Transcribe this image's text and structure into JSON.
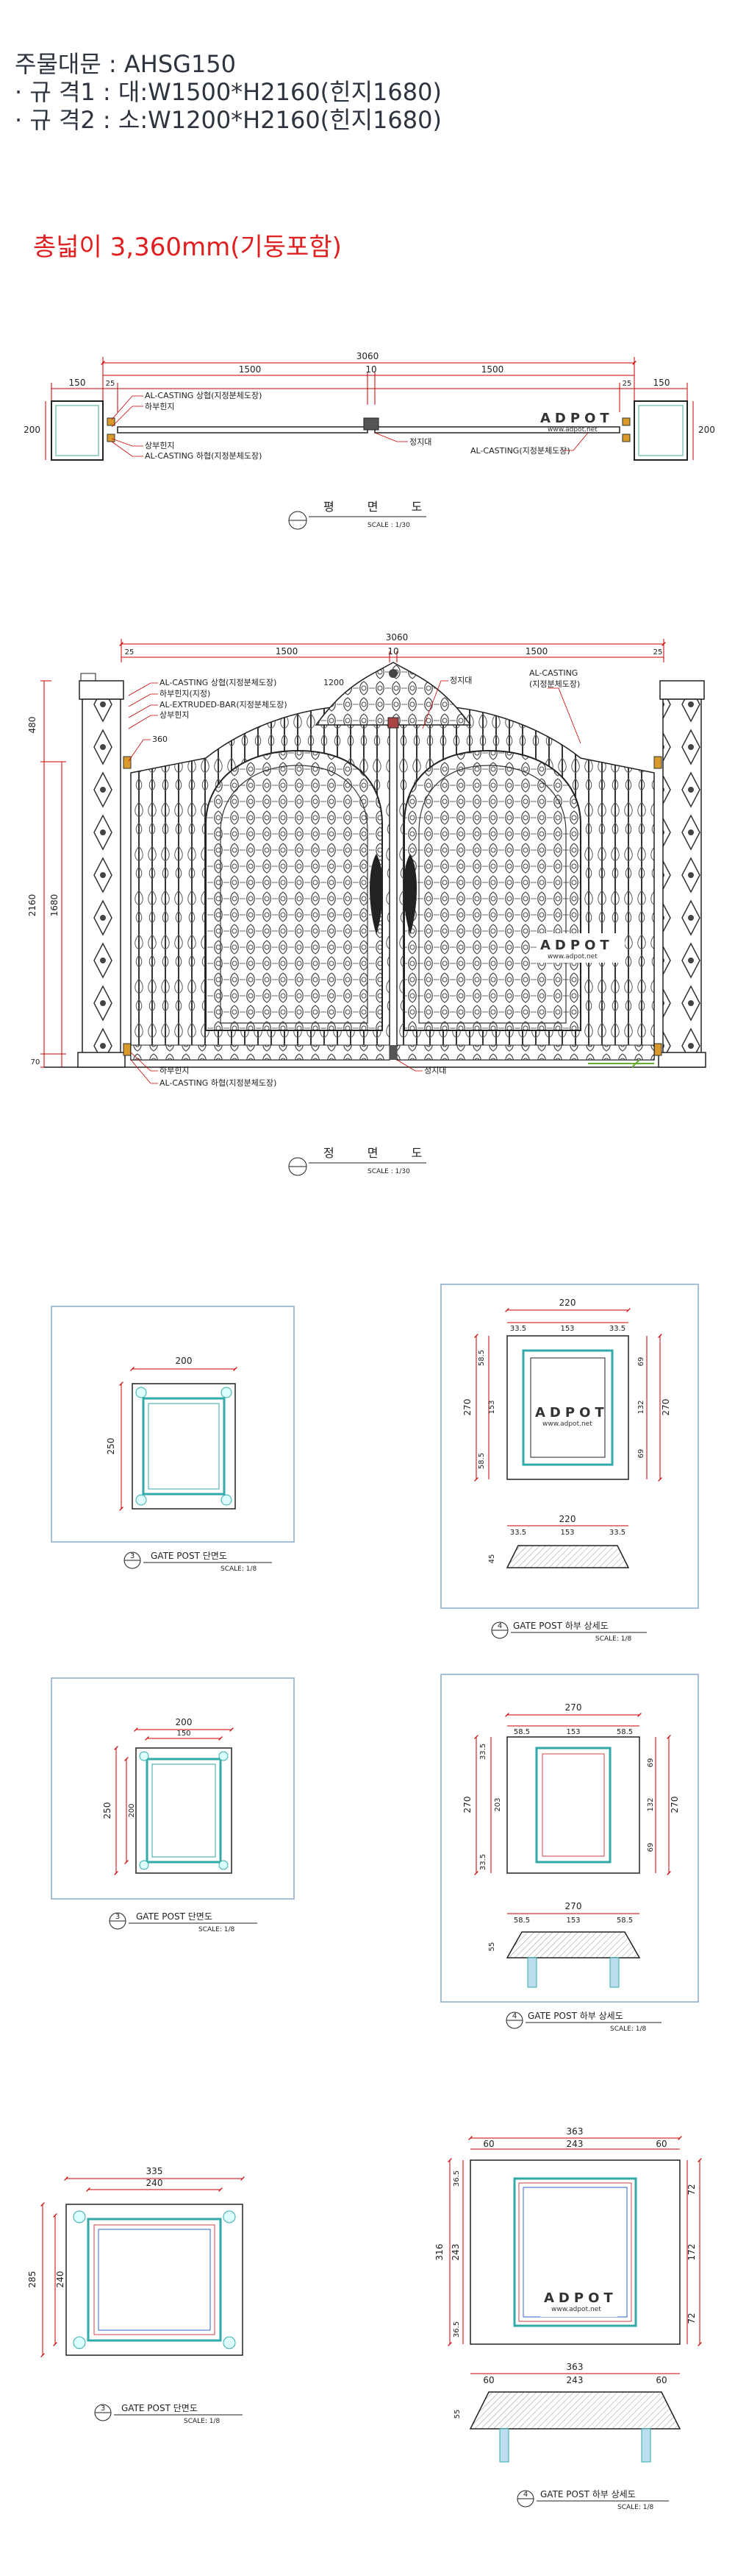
{
  "header": {
    "model": "주물대문 : AHSG150",
    "spec1": "· 규 격1 : 대:W1500*H2160(힌지1680)",
    "spec2": "· 규 격2 : 소:W1200*H2160(힌지1680)"
  },
  "total_width_note": "총넓이 3,360mm(기둥포함)",
  "brand": {
    "name": "ADPOT",
    "url": "www.adpot.net"
  },
  "plan": {
    "title": "평 면 도",
    "scale": "SCALE : 1/30",
    "dims": {
      "total": "3060",
      "left": "1500",
      "center": "10",
      "right": "1500",
      "post_l": "150",
      "post_r": "150",
      "gap_l": "25",
      "gap_r": "25",
      "h_l": "200",
      "h_r": "200"
    },
    "labels": {
      "upper": "AL-CASTING 상협(지정분체도장)",
      "hinge": "하부힌지",
      "upper_hinge": "상부힌지",
      "lower": "AL-CASTING 하협(지정분체도장)",
      "stopper": "정지대",
      "right": "AL-CASTING(지정분체도장)"
    }
  },
  "elevation": {
    "title": "정 면 도",
    "scale": "SCALE : 1/30",
    "dims": {
      "total": "3060",
      "left": "1500",
      "center": "10",
      "right": "1500",
      "gap_l": "25",
      "gap_r": "25",
      "h1": "480",
      "h2": "2160",
      "h3": "1680",
      "h4": "70",
      "w1200": "1200",
      "h360": "360"
    },
    "labels": {
      "upper": "AL-CASTING 상협(지정분체도장)",
      "hinge": "하부힌지(지정)",
      "extruded": "AL-EXTRUDED-BAR(지정분체도장)",
      "upper_hinge": "상부힌지",
      "stopper": "정지대",
      "right": "AL-CASTING",
      "right2": "(지정분체도장)",
      "lower_hinge": "하부힌지",
      "lower": "AL-CASTING 하협(지정분체도장)",
      "stopper2": "정지대"
    }
  },
  "sections": [
    {
      "num": "3",
      "title": "GATE POST 단면도",
      "scale": "SCALE: 1/8",
      "dims": {
        "w": "200",
        "h": "250"
      }
    },
    {
      "num": "4",
      "title": "GATE POST 하부 상세도",
      "scale": "SCALE: 1/8",
      "dims": {
        "w": "220",
        "a": "33.5",
        "b": "153",
        "c": "33.5",
        "l1": "58.5",
        "l2": "153",
        "l3": "58.5",
        "h": "270",
        "r1": "69",
        "r2": "132",
        "r3": "69",
        "r4": "270",
        "w2": "220",
        "b2": "153",
        "a2": "33.5",
        "c2": "33.5",
        "h45": "45"
      }
    },
    {
      "num": "3",
      "title": "GATE POST 단면도",
      "scale": "SCALE: 1/8",
      "dims": {
        "w": "200",
        "w2": "150",
        "h": "250",
        "h2": "200"
      }
    },
    {
      "num": "4",
      "title": "GATE POST 하부 상세도",
      "scale": "SCALE: 1/8",
      "dims": {
        "w": "270",
        "a": "58.5",
        "b": "153",
        "c": "58.5",
        "h": "270",
        "h2": "203",
        "l1": "33.5",
        "l2": "33.5",
        "r1": "69",
        "r2": "132",
        "r3": "69",
        "r4": "270",
        "w2": "270",
        "a2": "58.5",
        "b2": "153",
        "c2": "58.5",
        "h55": "55"
      }
    },
    {
      "num": "3",
      "title": "GATE POST 단면도",
      "scale": "SCALE: 1/8",
      "dims": {
        "w": "335",
        "w2": "240",
        "h": "285",
        "h2": "240"
      }
    },
    {
      "num": "4",
      "title": "GATE POST 하부 상세도",
      "scale": "SCALE: 1/8",
      "dims": {
        "w": "363",
        "a": "60",
        "b": "243",
        "c": "60",
        "h": "316",
        "h2": "243",
        "l1": "36.5",
        "l2": "36.5",
        "r1": "72",
        "r2": "172",
        "r3": "72",
        "w2": "363",
        "a2": "60",
        "b2": "243",
        "c2": "60",
        "h55": "55"
      }
    }
  ]
}
